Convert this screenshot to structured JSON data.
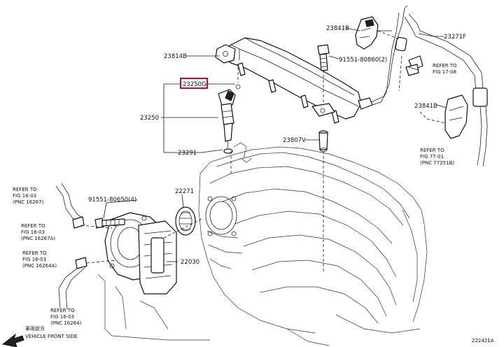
{
  "labels": {
    "p23841b_top": "23841B",
    "p23271f": "23271F",
    "p23814b": "23814B",
    "p91551_80860": "91551-80860(2)",
    "p23250g": "23250G",
    "p23250": "23250",
    "p23291": "23291",
    "p23807v": "23807V",
    "p23841b_right": "23841B",
    "p22271": "22271",
    "p91551_80650": "91551-80650(4)",
    "p22030": "22030"
  },
  "refs": {
    "r1708": [
      "REFER TO",
      "FIG 17-08"
    ],
    "r7701": [
      "REFER TO",
      "FIG 77-01",
      "(PNC 77251B)"
    ],
    "r16267": [
      "REFER TO",
      "FIG 16-03",
      "(PNC 16267)"
    ],
    "r16267a": [
      "REFER TO",
      "FIG 16-03",
      "(PNC 16267A)"
    ],
    "r16264a": [
      "REFER TO",
      "FIG 16-03",
      "(PNC 16264A)"
    ],
    "r16264": [
      "REFER TO",
      "FIG 16-03",
      "(PNC 16264)"
    ]
  },
  "footer": {
    "front_jp": "車両前方",
    "front_en": "VEHICLE FRONT SIDE",
    "figure_id": "222421A"
  }
}
